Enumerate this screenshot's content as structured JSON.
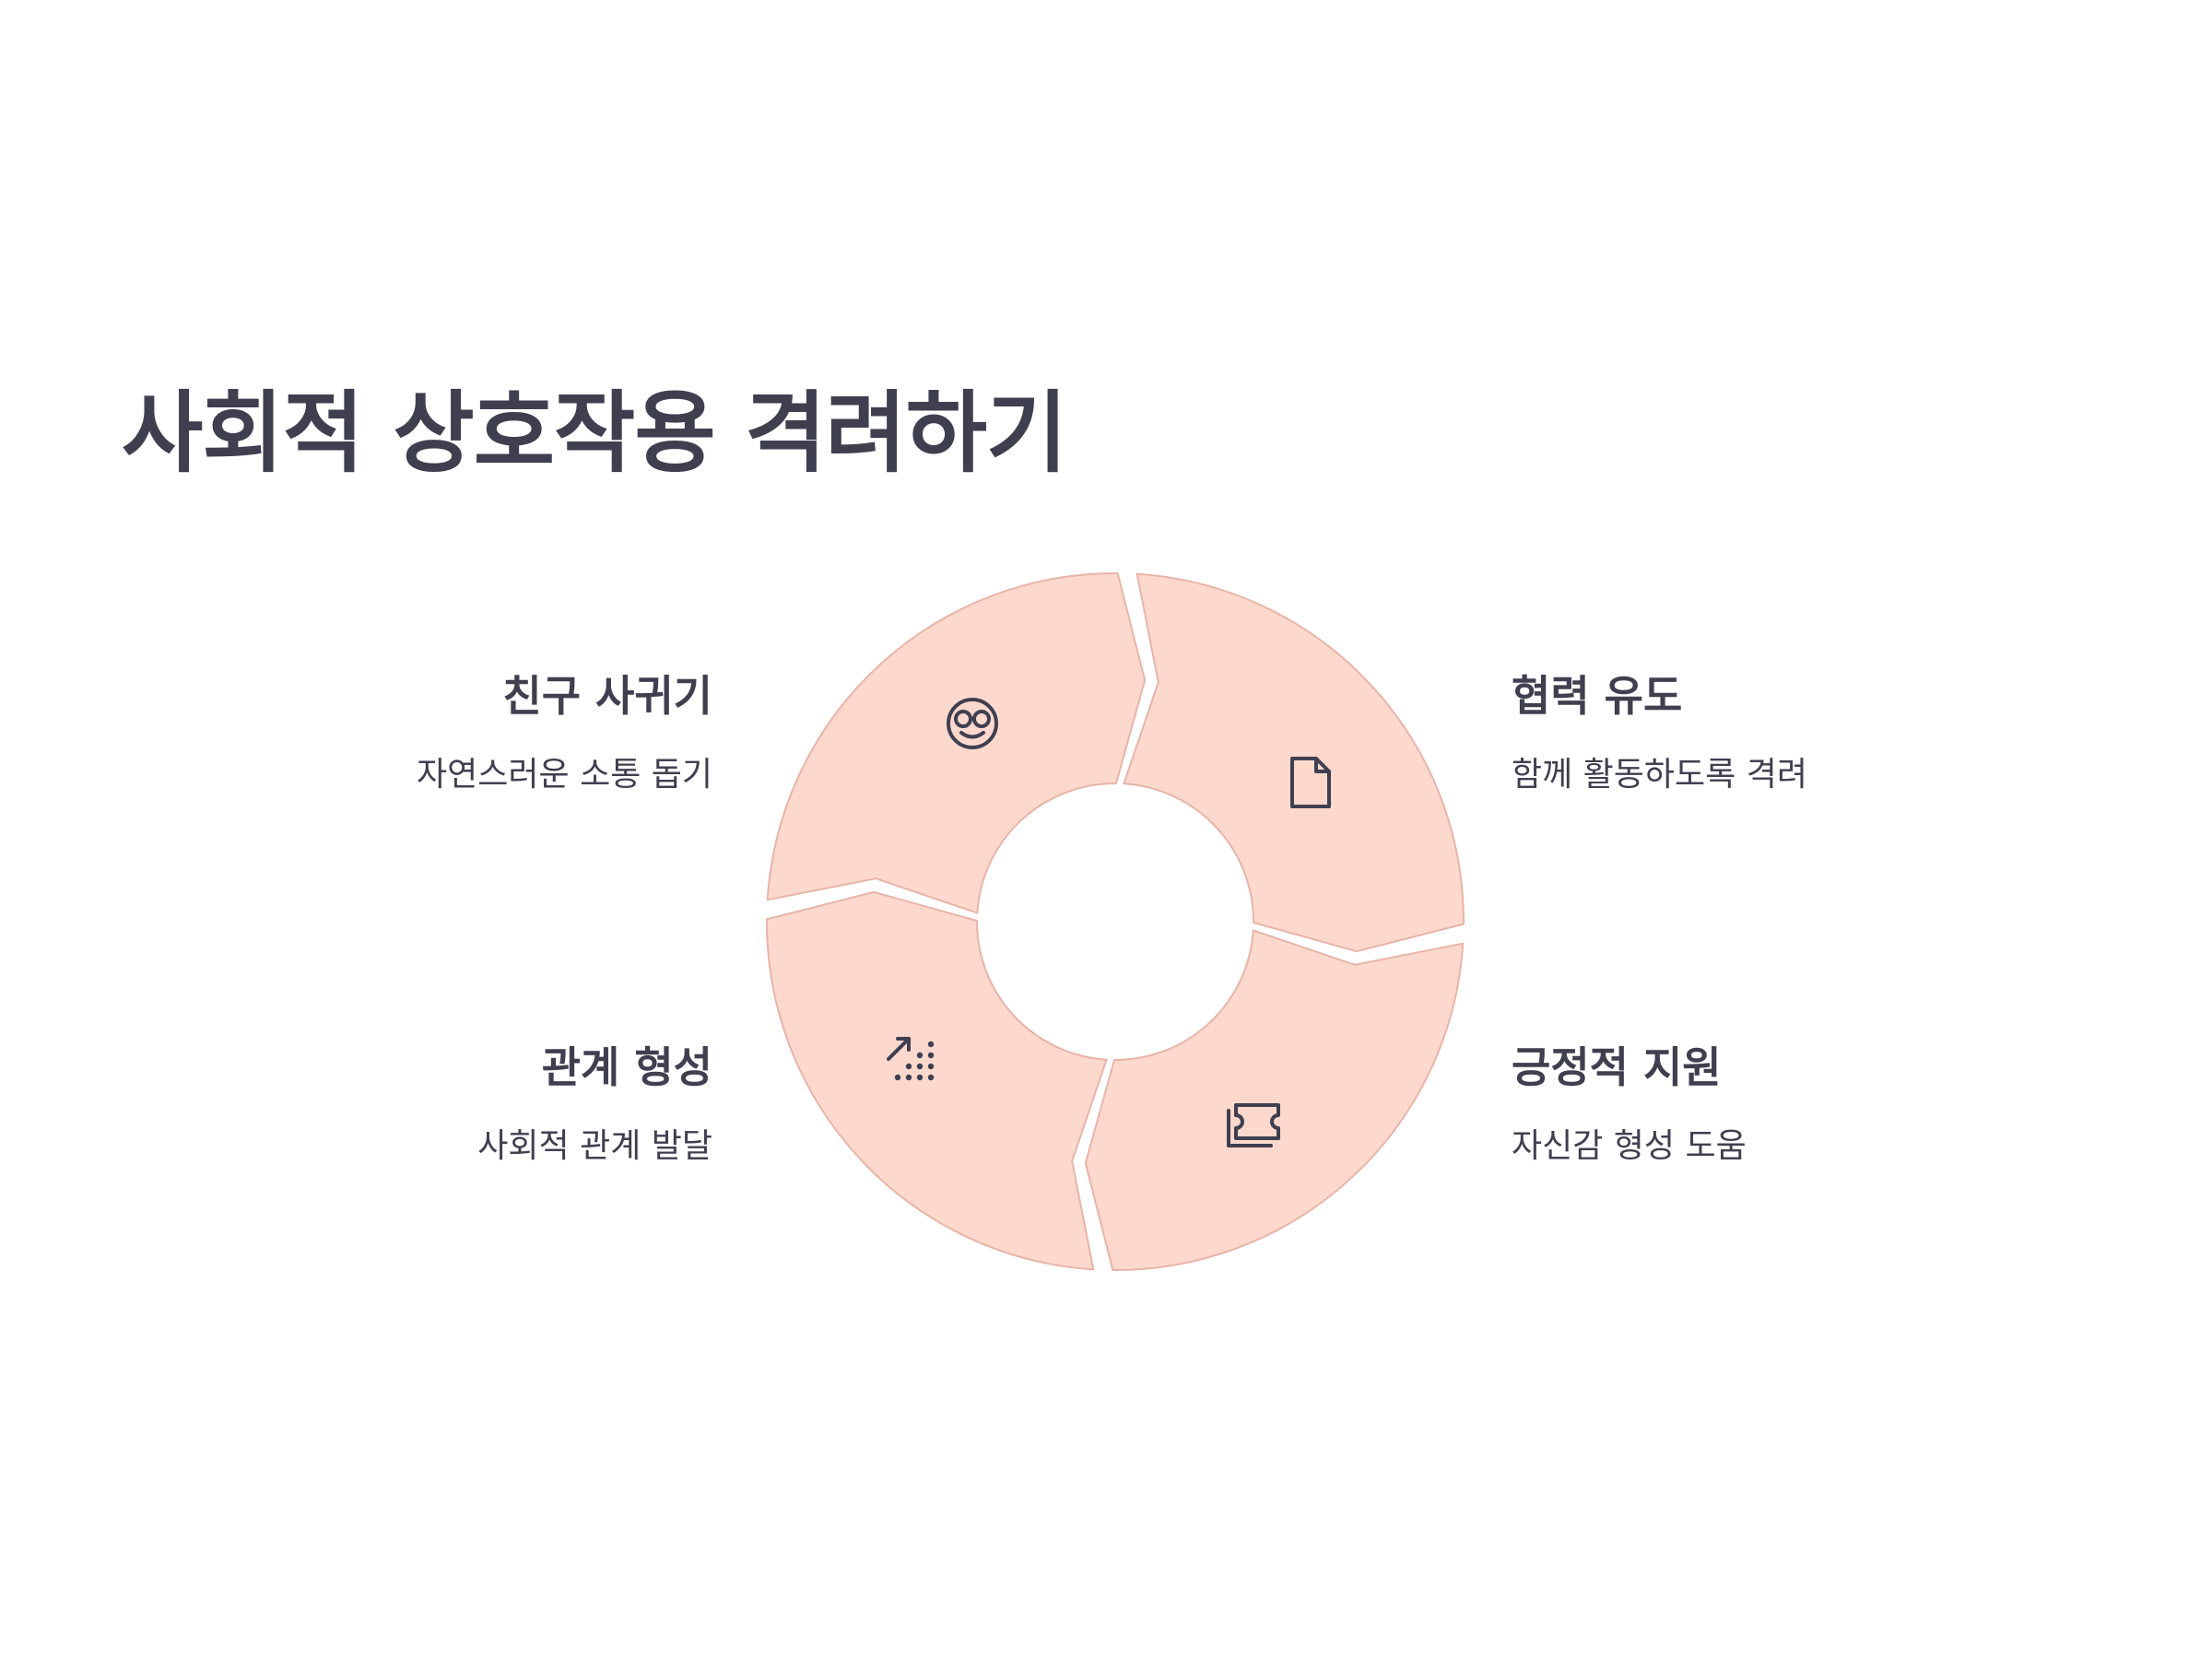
{
  "title": "사회적 상호작용 격려하기",
  "colors": {
    "segment_fill": "#fdd8cd",
    "segment_stroke": "#e8b4a8",
    "text": "#3f3f50",
    "background": "#ffffff"
  },
  "steps": [
    {
      "heading": "친구 사귀기",
      "desc": "자연스러운 소통 돕기",
      "icon": "smiley-sunglasses-icon"
    },
    {
      "heading": "협력 유도",
      "desc": "함께 활동하도록 격려",
      "icon": "document-icon"
    },
    {
      "heading": "긍정적 지원",
      "desc": "자신감 형성 도움",
      "icon": "ticket-icon"
    },
    {
      "heading": "관계 형성",
      "desc": "사회적 관계 발달",
      "icon": "growth-dots-icon"
    }
  ]
}
